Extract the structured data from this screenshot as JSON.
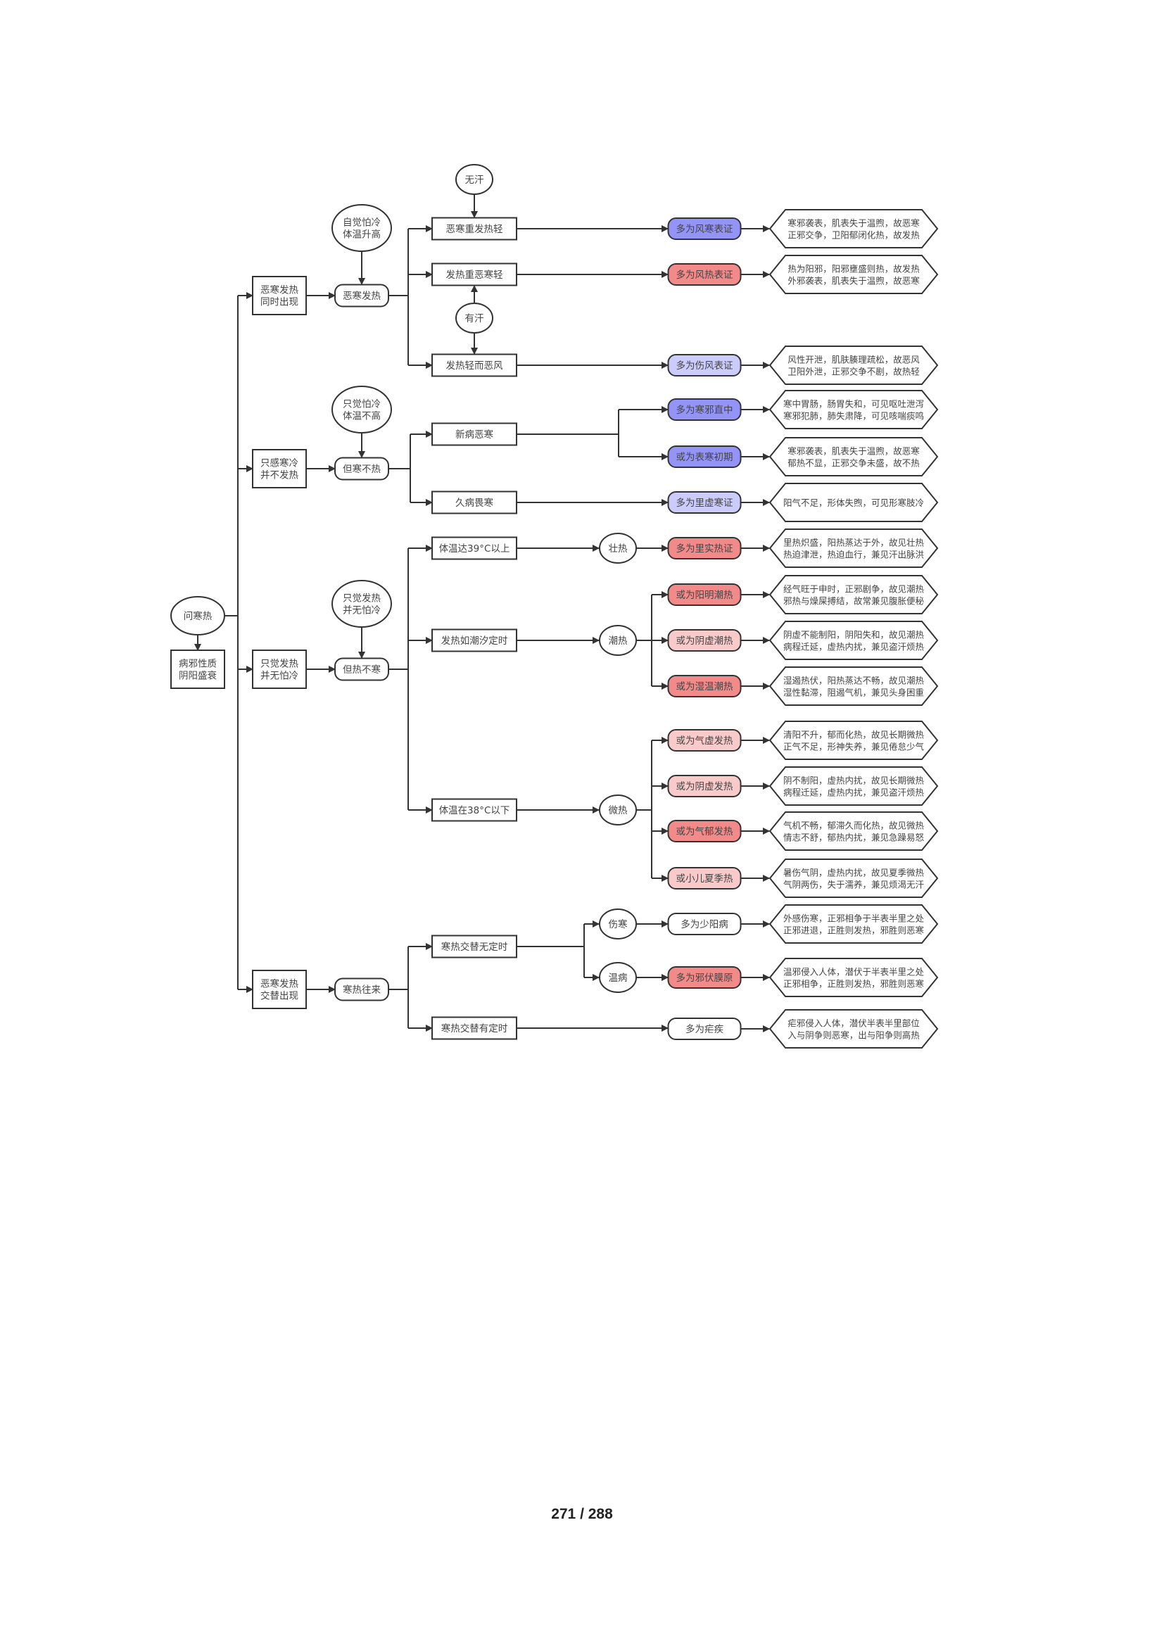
{
  "page_number": "271 / 288",
  "colors": {
    "dark_blue": "#9494f8",
    "light_blue": "#ccccfc",
    "dark_red": "#f28a8a",
    "light_red": "#f9caca",
    "white": "#ffffff",
    "stroke": "#333333"
  },
  "nodes": {
    "root": [
      "问寒热"
    ],
    "nature": [
      "病邪性质",
      "阴阳盛衰"
    ],
    "c1": [
      "恶寒发热",
      "同时出现"
    ],
    "c2": [
      "只感寒冷",
      "并不发热"
    ],
    "c3": [
      "只觉发热",
      "并无怕冷"
    ],
    "c4": [
      "恶寒发热",
      "交替出现"
    ],
    "p1": [
      "恶寒发热"
    ],
    "p2": [
      "但寒不热"
    ],
    "p3": [
      "但热不寒"
    ],
    "p4": [
      "寒热往来"
    ],
    "e1": [
      "自觉怕冷",
      "体温升高"
    ],
    "e2": [
      "只觉怕冷",
      "体温不高"
    ],
    "e3": [
      "只觉发热",
      "并无怕冷"
    ],
    "wuhan": [
      "无汗"
    ],
    "youhan": [
      "有汗"
    ],
    "r1": [
      "恶寒重发热轻"
    ],
    "r2": [
      "发热重恶寒轻"
    ],
    "r3": [
      "发热轻而恶风"
    ],
    "r4": [
      "新病恶寒"
    ],
    "r5": [
      "久病畏寒"
    ],
    "r6": [
      "体温达39°C以上"
    ],
    "r7": [
      "发热如潮汐定时"
    ],
    "r8": [
      "体温在38°C以下"
    ],
    "r9": [
      "寒热交替无定时"
    ],
    "r10": [
      "寒热交替有定时"
    ],
    "o1": [
      "壮热"
    ],
    "o2": [
      "潮热"
    ],
    "o3": [
      "微热"
    ],
    "o4": [
      "伤寒"
    ],
    "o5": [
      "温病"
    ],
    "d1": [
      "多为风寒表证"
    ],
    "d2": [
      "多为风热表证"
    ],
    "d3": [
      "多为伤风表证"
    ],
    "d4": [
      "多为寒邪直中"
    ],
    "d5": [
      "或为表寒初期"
    ],
    "d6": [
      "多为里虚寒证"
    ],
    "d7": [
      "多为里实热证"
    ],
    "d8": [
      "或为阳明潮热"
    ],
    "d9": [
      "或为阴虚潮热"
    ],
    "d10": [
      "或为湿温潮热"
    ],
    "d11": [
      "或为气虚发热"
    ],
    "d12": [
      "或为阴虚发热"
    ],
    "d13": [
      "或为气郁发热"
    ],
    "d14": [
      "或小儿夏季热"
    ],
    "d15": [
      "多为少阳病"
    ],
    "d16": [
      "多为邪伏膜原"
    ],
    "d17": [
      "多为疟疾"
    ],
    "h1": [
      "寒邪袭表，肌表失于温煦，故恶寒",
      "正邪交争，卫阳郁闭化热，故发热"
    ],
    "h2": [
      "热为阳邪，阳邪壅盛则热，故发热",
      "外邪袭表，肌表失于温煦，故恶寒"
    ],
    "h3": [
      "风性开泄，肌肤腠理疏松，故恶风",
      "卫阳外泄，正邪交争不剧，故热轻"
    ],
    "h4": [
      "寒中胃肠，肠胃失和，可见呕吐泄泻",
      "寒邪犯肺，肺失肃降，可见咳喘痰鸣"
    ],
    "h5": [
      "寒邪袭表，肌表失于温煦，故恶寒",
      "郁热不显，正邪交争未盛，故不热"
    ],
    "h6": [
      "阳气不足，形体失煦，可见形寒肢冷"
    ],
    "h7": [
      "里热炽盛，阳热蒸达于外，故见壮热",
      "热迫津泄，热迫血行，兼见汗出脉洪"
    ],
    "h8": [
      "经气旺于申时，正邪剧争，故见潮热",
      "邪热与燥屎搏结，故常兼见腹胀便秘"
    ],
    "h9": [
      "阴虚不能制阳，阴阳失和，故见潮热",
      "病程迁延，虚热内扰，兼见盗汗烦热"
    ],
    "h10": [
      "湿遏热伏，阳热蒸达不畅，故见潮热",
      "湿性黏滞，阻遏气机，兼见头身困重"
    ],
    "h11": [
      "清阳不升，郁而化热，故见长期微热",
      "正气不足，形神失养，兼见倦怠少气"
    ],
    "h12": [
      "阴不制阳，虚热内扰，故见长期微热",
      "病程迁延，虚热内扰，兼见盗汗烦热"
    ],
    "h13": [
      "气机不畅，郁滞久而化热，故见微热",
      "情志不舒，郁热内扰，兼见急躁易怒"
    ],
    "h14": [
      "暑伤气阴，虚热内扰，故见夏季微热",
      "气阴两伤，失于濡养，兼见烦渴无汗"
    ],
    "h15": [
      "外感伤寒，正邪相争于半表半里之处",
      "正邪进退，正胜则发热，邪胜则恶寒"
    ],
    "h16": [
      "温邪侵入人体，潜伏于半表半里之处",
      "正邪相争，正胜则发热，邪胜则恶寒"
    ],
    "h17": [
      "疟邪侵入人体，潜伏半表半里部位",
      "入与阴争则恶寒，出与阳争则高热"
    ]
  }
}
